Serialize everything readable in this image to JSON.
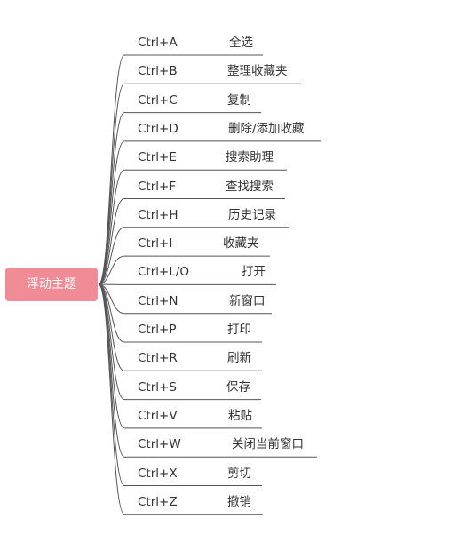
{
  "central_topic": "浮动主题",
  "shortcuts": [
    {
      "key": "Ctrl+A",
      "action": "全选"
    },
    {
      "key": "Ctrl+B",
      "action": "整理收藏夹"
    },
    {
      "key": "Ctrl+C",
      "action": "复制"
    },
    {
      "key": "Ctrl+D",
      "action": "删除/添加收藏"
    },
    {
      "key": "Ctrl+E",
      "action": "搜索助理"
    },
    {
      "key": "Ctrl+F",
      "action": "查找搜索"
    },
    {
      "key": "Ctrl+H",
      "action": "历史记录"
    },
    {
      "key": "Ctrl+I",
      "action": "收藏夹"
    },
    {
      "key": "Ctrl+L/O",
      "action": "打开"
    },
    {
      "key": "Ctrl+N",
      "action": "新窗口"
    },
    {
      "key": "Ctrl+P",
      "action": "打印"
    },
    {
      "key": "Ctrl+R",
      "action": "刷新"
    },
    {
      "key": "Ctrl+S",
      "action": "保存"
    },
    {
      "key": "Ctrl+V",
      "action": "粘贴"
    },
    {
      "key": "Ctrl+W",
      "action": "关闭当前窗口"
    },
    {
      "key": "Ctrl+X",
      "action": "剪切"
    },
    {
      "key": "Ctrl+Z",
      "action": "撤销"
    }
  ],
  "colors": {
    "topic_bg": "#f08c96",
    "topic_text": "#ffffff",
    "line": "#555555",
    "text": "#333333"
  }
}
